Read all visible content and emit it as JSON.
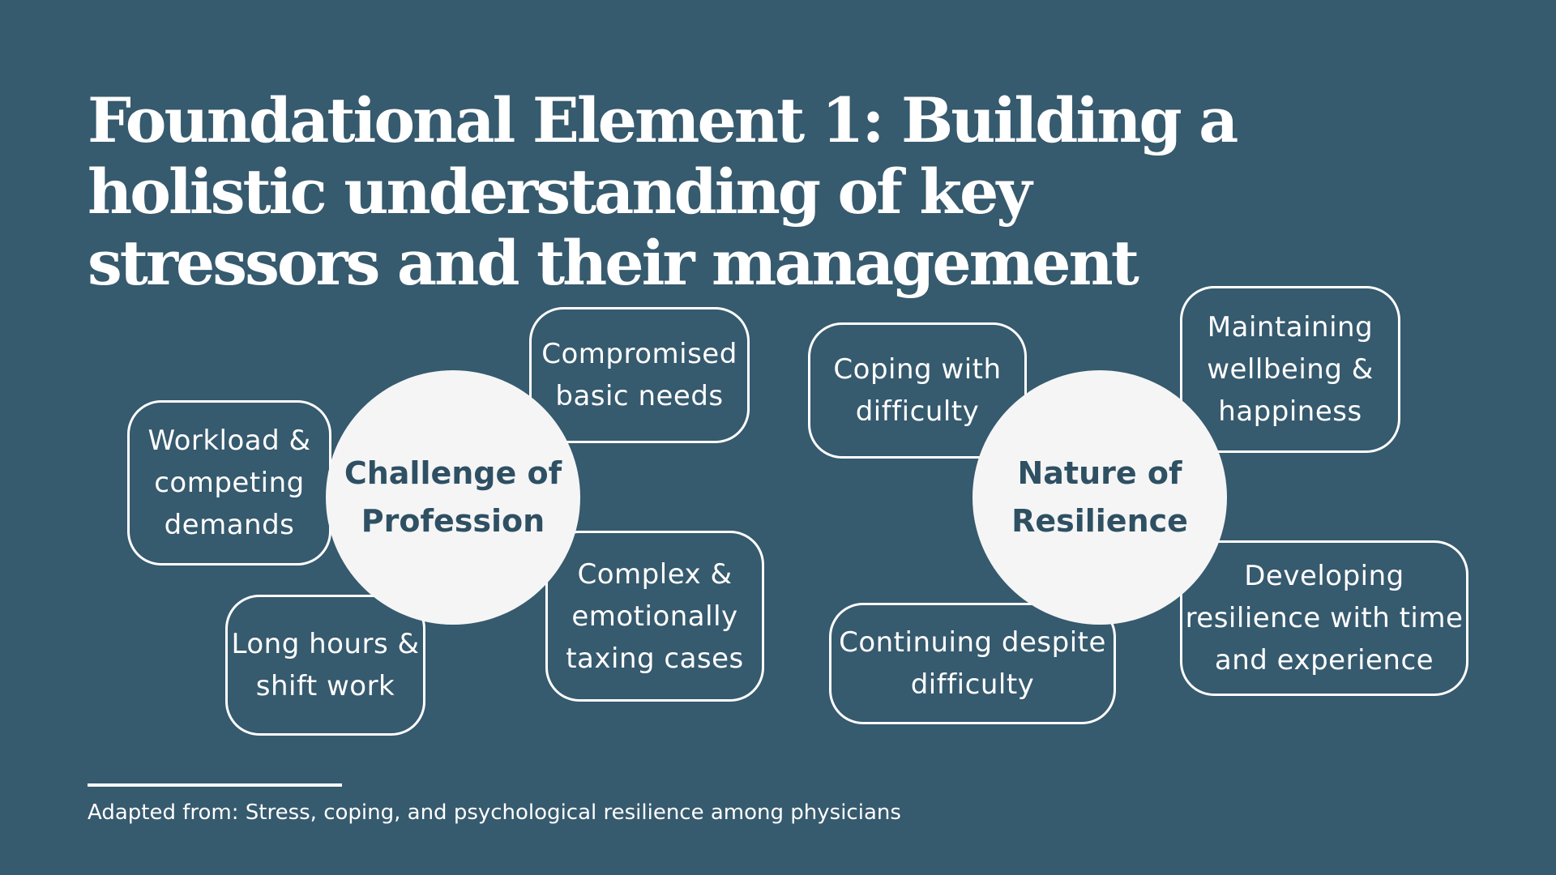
{
  "slide": {
    "title": "Foundational Element 1: Building a holistic understanding of key stressors and their management",
    "source": "Adapted from: Stress, coping, and psychological resilience among physicians"
  },
  "challenge": {
    "center": "Challenge of\nProfession",
    "items": [
      "Workload &\ncompeting\ndemands",
      "Compromised\nbasic needs",
      "Long hours &\nshift work",
      "Complex &\nemotionally\ntaxing cases"
    ]
  },
  "resilience": {
    "center": "Nature of\nResilience",
    "items": [
      "Coping with\ndifficulty",
      "Maintaining\nwellbeing &\nhappiness",
      "Continuing despite\ndifficulty",
      "Developing\nresilience with time\nand experience"
    ]
  },
  "colors": {
    "background": "#365a6e",
    "circle_fill": "#f5f5f5",
    "circle_text": "#2f5063",
    "outline": "#ffffff"
  }
}
